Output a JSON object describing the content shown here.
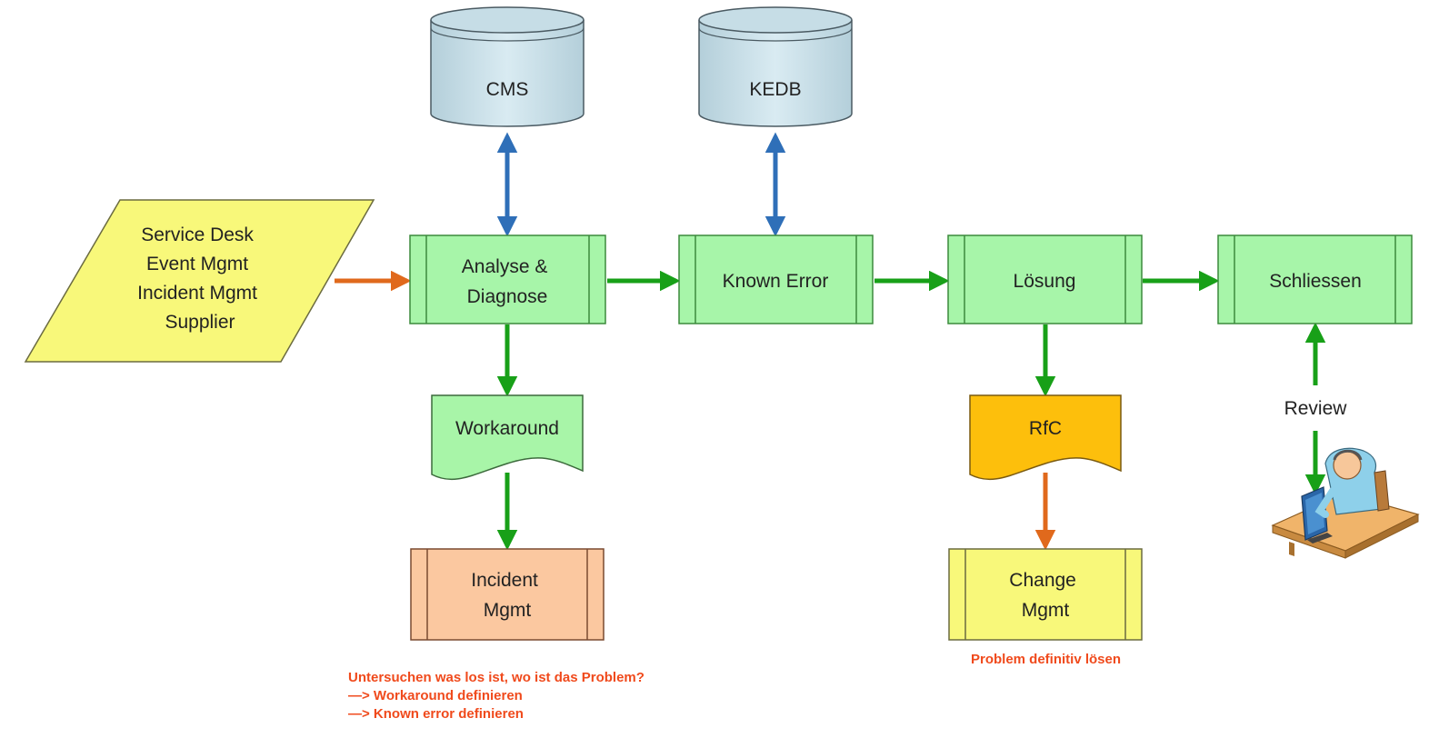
{
  "colors": {
    "process_fill": "#a7f5a9",
    "process_stroke": "#3c8a3c",
    "db_fill": "#c6dde6",
    "input_fill": "#f8f87a",
    "doc_green": "#a8f5a8",
    "doc_orange": "#fdbf0c",
    "incident_fill": "#fbc8a0",
    "change_fill": "#f8f87a",
    "arrow_green": "#18a018",
    "arrow_blue": "#2f6fb8",
    "arrow_orange": "#e0691c",
    "note_red": "#f04a1c"
  },
  "nodes": {
    "input": {
      "lines": [
        "Service Desk",
        "Event Mgmt",
        "Incident Mgmt",
        "Supplier"
      ]
    },
    "cms": {
      "label": "CMS"
    },
    "kedb": {
      "label": "KEDB"
    },
    "analyse": {
      "lines": [
        "Analyse &",
        "Diagnose"
      ]
    },
    "known_error": {
      "label": "Known Error"
    },
    "loesung": {
      "label": "Lösung"
    },
    "schliessen": {
      "label": "Schliessen"
    },
    "workaround": {
      "label": "Workaround"
    },
    "rfc": {
      "label": "RfC"
    },
    "incident": {
      "lines": [
        "Incident",
        "Mgmt"
      ]
    },
    "change": {
      "lines": [
        "Change",
        "Mgmt"
      ]
    },
    "review": {
      "label": "Review"
    },
    "person_icon": "user-at-desk-icon"
  },
  "notes": {
    "investigate": [
      "Untersuchen was los ist, wo ist das Problem?",
      "—> Workaround definieren",
      "—> Known error definieren"
    ],
    "solve": "Problem definitiv lösen"
  }
}
